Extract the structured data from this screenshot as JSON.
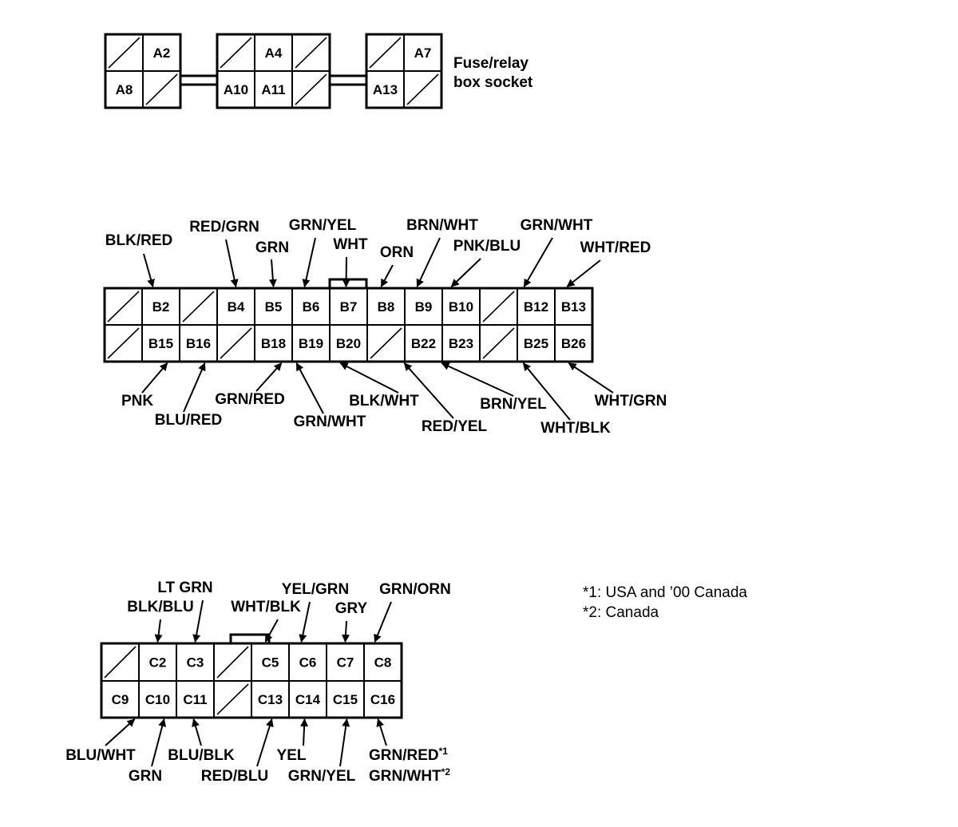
{
  "connector_a": {
    "caption_line1": "Fuse/relay",
    "caption_line2": "box socket",
    "blocks": [
      {
        "top": [
          "",
          "A2"
        ],
        "bottom": [
          "A8",
          ""
        ]
      },
      {
        "top": [
          "",
          "A4",
          ""
        ],
        "bottom": [
          "A10",
          "A11",
          ""
        ]
      },
      {
        "top": [
          "",
          "A7"
        ],
        "bottom": [
          "A13",
          ""
        ]
      }
    ]
  },
  "connector_b": {
    "top": [
      "",
      "B2",
      "",
      "B4",
      "B5",
      "B6",
      "B7",
      "B8",
      "B9",
      "B10",
      "",
      "B12",
      "B13"
    ],
    "bottom": [
      "",
      "B15",
      "B16",
      "",
      "B18",
      "B19",
      "B20",
      "",
      "B22",
      "B23",
      "",
      "B25",
      "B26"
    ],
    "wires_top": [
      {
        "cavity": "B2",
        "color": "BLK/RED"
      },
      {
        "cavity": "B4",
        "color": "RED/GRN"
      },
      {
        "cavity": "B5",
        "color": "GRN"
      },
      {
        "cavity": "B6",
        "color": "GRN/YEL"
      },
      {
        "cavity": "B7",
        "color": "WHT"
      },
      {
        "cavity": "B8",
        "color": "ORN"
      },
      {
        "cavity": "B9",
        "color": "BRN/WHT"
      },
      {
        "cavity": "B10",
        "color": "PNK/BLU"
      },
      {
        "cavity": "B12",
        "color": "GRN/WHT"
      },
      {
        "cavity": "B13",
        "color": "WHT/RED"
      }
    ],
    "wires_bottom": [
      {
        "cavity": "B15",
        "color": "PNK"
      },
      {
        "cavity": "B16",
        "color": "BLU/RED"
      },
      {
        "cavity": "B18",
        "color": "GRN/RED"
      },
      {
        "cavity": "B19",
        "color": "GRN/WHT"
      },
      {
        "cavity": "B20",
        "color": "BLK/WHT"
      },
      {
        "cavity": "B22",
        "color": "RED/YEL"
      },
      {
        "cavity": "B23",
        "color": "BRN/YEL"
      },
      {
        "cavity": "B25",
        "color": "WHT/BLK"
      },
      {
        "cavity": "B26",
        "color": "WHT/GRN"
      }
    ]
  },
  "connector_c": {
    "top": [
      "",
      "C2",
      "C3",
      "",
      "C5",
      "C6",
      "C7",
      "C8"
    ],
    "bottom": [
      "C9",
      "C10",
      "C11",
      "",
      "C13",
      "C14",
      "C15",
      "C16"
    ],
    "wires_top": [
      {
        "cavity": "C2",
        "color": "BLK/BLU"
      },
      {
        "cavity": "C3",
        "color": "LT GRN"
      },
      {
        "cavity": "C5",
        "color": "WHT/BLK"
      },
      {
        "cavity": "C6",
        "color": "YEL/GRN"
      },
      {
        "cavity": "C7",
        "color": "GRY"
      },
      {
        "cavity": "C8",
        "color": "GRN/ORN"
      }
    ],
    "wires_bottom": [
      {
        "cavity": "C9",
        "color": "BLU/WHT"
      },
      {
        "cavity": "C10",
        "color": "GRN"
      },
      {
        "cavity": "C11",
        "color": "BLU/BLK"
      },
      {
        "cavity": "C13",
        "color": "RED/BLU"
      },
      {
        "cavity": "C14",
        "color": "YEL"
      },
      {
        "cavity": "C15",
        "color": "GRN/YEL"
      },
      {
        "cavity": "C16",
        "color_line1": "GRN/RED",
        "mark_line1": "*1",
        "color_line2": "GRN/WHT",
        "mark_line2": "*2"
      }
    ]
  },
  "notes": {
    "note1": "*1: USA and ’00 Canada",
    "note2": "*2: Canada"
  }
}
